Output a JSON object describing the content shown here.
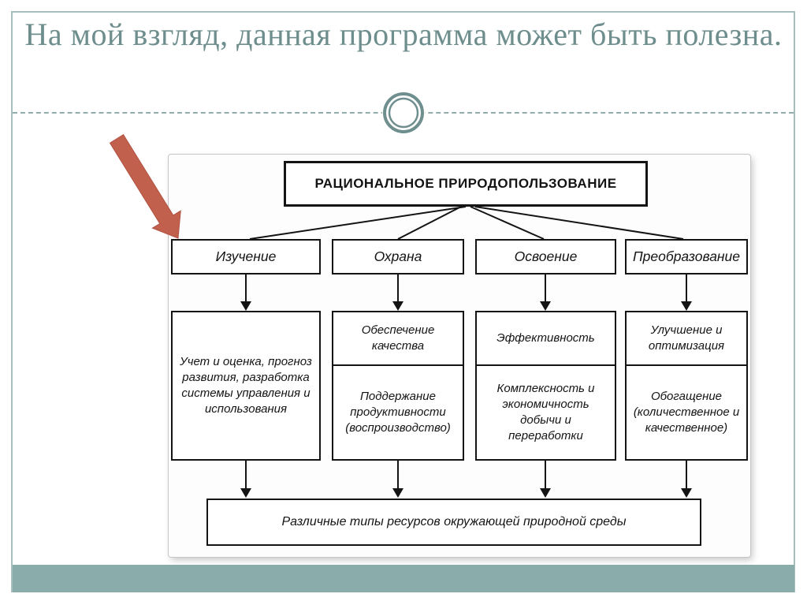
{
  "slide": {
    "title": "На мой взгляд, данная программа может быть полезна.",
    "title_color": "#6e8d8d",
    "frame_color": "#a6bebe",
    "footer_bar_color": "#8aacab",
    "pointer_arrow_color": "#c2604e",
    "ornament_color": "#6f8f8f"
  },
  "diagram": {
    "root": "РАЦИОНАЛЬНОЕ ПРИРОДОПОЛЬЗОВАНИЕ",
    "branches": [
      {
        "label": "Изучение",
        "cells": [
          "Учет и оценка, прогноз развития, разработка системы управления и использования"
        ]
      },
      {
        "label": "Охрана",
        "cells": [
          "Обеспечение качества",
          "Поддержание продуктивности (воспроизводство)"
        ]
      },
      {
        "label": "Освоение",
        "cells": [
          "Эффективность",
          "Комплексность и экономичность добычи и переработки"
        ]
      },
      {
        "label": "Преобразование",
        "cells": [
          "Улучшение и оптимизация",
          "Обогащение (количественное и качественное)"
        ]
      }
    ],
    "bottom": "Различные типы ресурсов окружающей природной среды"
  }
}
